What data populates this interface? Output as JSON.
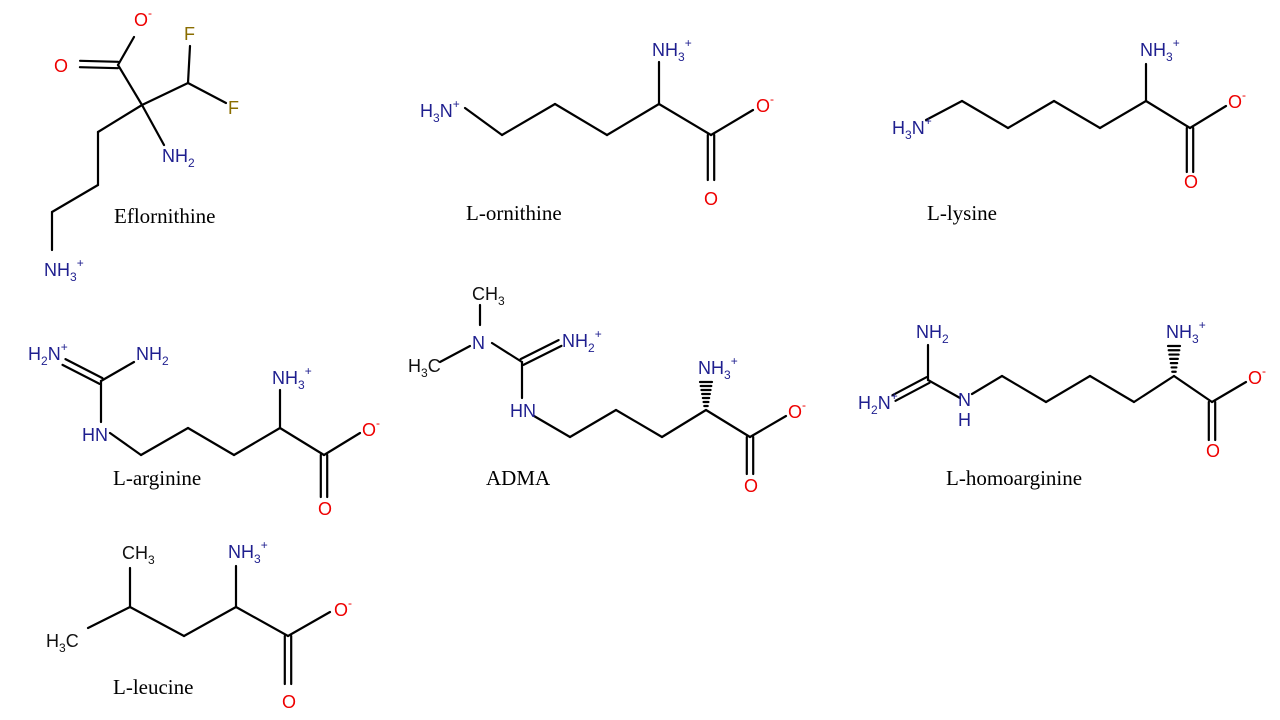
{
  "molecules": [
    {
      "name": "Eflornithine"
    },
    {
      "name": "L-ornithine"
    },
    {
      "name": "L-lysine"
    },
    {
      "name": "L-arginine"
    },
    {
      "name": "ADMA"
    },
    {
      "name": "L-homoarginine"
    },
    {
      "name": "L-leucine"
    }
  ],
  "colors": {
    "oxygen": "#ee0000",
    "nitrogen": "#1f1f8f",
    "fluorine": "#8a6d00",
    "carbon": "#111111"
  },
  "atoms": {
    "O": "O",
    "F": "F",
    "N": "N",
    "H": "H",
    "C": "C",
    "minus": "-",
    "plus": "+",
    "two": "2",
    "three": "3"
  }
}
